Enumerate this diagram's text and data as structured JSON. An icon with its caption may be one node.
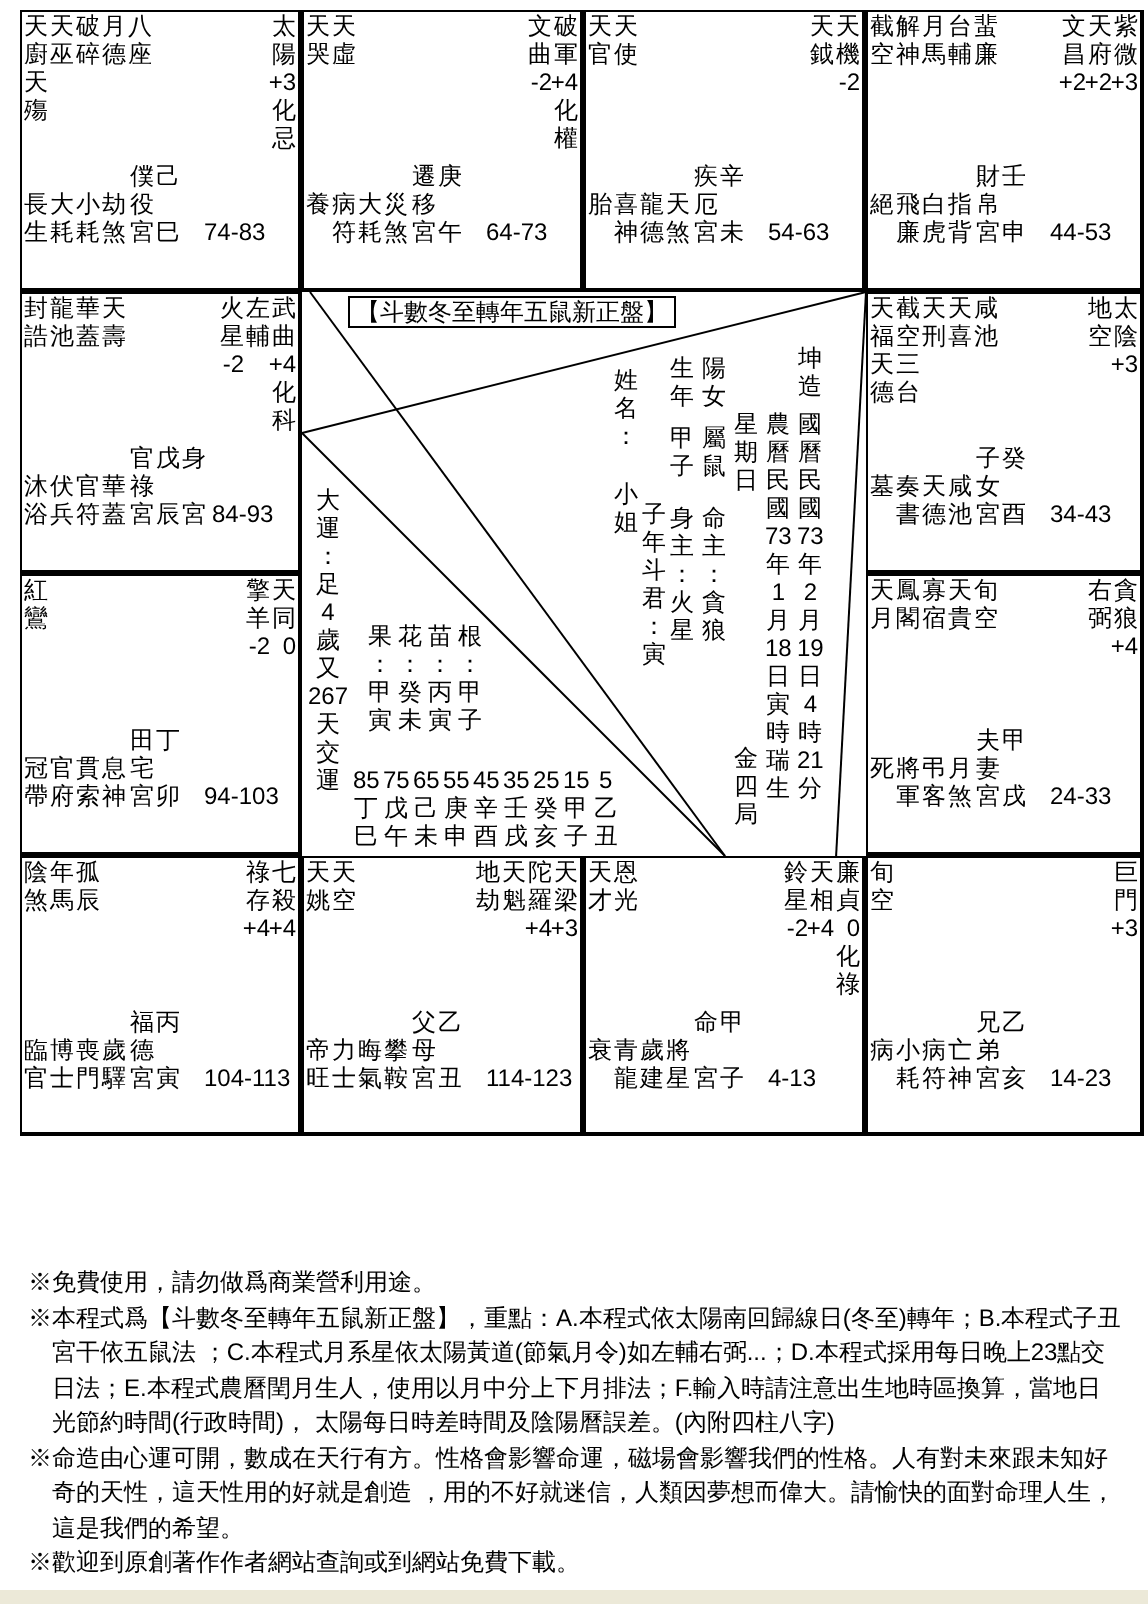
{
  "diagram": {
    "nodes": [
      {
        "text": [
          "天廚",
          "天巫",
          "破碎",
          "月德",
          "八座",
          "天殤",
          "太陽",
          "+3",
          "化忌",
          "長生",
          "大耗",
          "小耗",
          "劫煞",
          "僕役宮",
          "己巳",
          "74-83"
        ]
      },
      {
        "text": [
          "天哭",
          "天虛",
          "文曲",
          "-2",
          "破軍",
          "+4",
          "化權",
          "養",
          "病符",
          "大耗",
          "災煞",
          "遷移宮",
          "庚午",
          "64-73"
        ]
      },
      {
        "text": [
          "天官",
          "天使",
          "天鉞",
          "天機",
          "-2",
          "胎",
          "喜神",
          "龍德",
          "天煞",
          "疾厄宮",
          "辛未",
          "54-63"
        ]
      },
      {
        "text": [
          "截空",
          "解神",
          "月馬",
          "台輔",
          "蜚廉",
          "文昌",
          "+2",
          "天府",
          "+2",
          "紫微",
          "+3",
          "絕",
          "飛廉",
          "白虎",
          "指背",
          "財帛宮",
          "壬申",
          "44-53"
        ]
      },
      {
        "text": [
          "封誥",
          "龍池",
          "華蓋",
          "天壽",
          "火星",
          "-2",
          "左輔",
          "武曲",
          "+4",
          "化科",
          "沐浴",
          "伏兵",
          "官符",
          "華蓋",
          "官祿宮",
          "戊辰",
          "身宮",
          "84-93"
        ]
      },
      {
        "text": [
          "【斗數冬至轉年五鼠新正盤】"
        ]
      },
      {
        "text": [
          "天福",
          "截空",
          "天刑",
          "天喜",
          "咸池",
          "天德",
          "三台",
          "地空",
          "太陰",
          "+3",
          "墓",
          "奏書",
          "天德",
          "咸池",
          "子女宮",
          "癸酉",
          "34-43"
        ]
      },
      {
        "text": [
          "紅鸞",
          "擎羊",
          "-2",
          "天同",
          "0",
          "冠帶",
          "官府",
          "貫索",
          "息神",
          "田宅宮",
          "丁卯",
          "94-103"
        ]
      },
      {
        "text": [
          "天月",
          "鳳閣",
          "寡宿",
          "天貴",
          "旬空",
          "右弼",
          "貪狼",
          "+4",
          "死",
          "將軍",
          "弔客",
          "月煞",
          "夫妻宮",
          "甲戌",
          "24-33"
        ]
      },
      {
        "text": [
          "陰煞",
          "年馬",
          "孤辰",
          "祿存",
          "+4",
          "七殺",
          "+4",
          "臨官",
          "博士",
          "喪門",
          "歲驛",
          "福德宮",
          "丙寅",
          "104-113"
        ]
      },
      {
        "text": [
          "天姚",
          "天空",
          "地劫",
          "天魁",
          "陀羅",
          "+4",
          "天梁",
          "+3",
          "帝旺",
          "力士",
          "晦氣",
          "攀鞍",
          "父母宮",
          "乙丑",
          "114-123"
        ]
      },
      {
        "text": [
          "天才",
          "恩光",
          "鈴星",
          "-2",
          "天相",
          "+4",
          "廉貞",
          "0",
          "化祿",
          "衰",
          "青龍",
          "歲建",
          "將星",
          "命宮",
          "甲子",
          "4-13"
        ]
      },
      {
        "text": [
          "旬空",
          "巨門",
          "+3",
          "病",
          "小耗",
          "病符",
          "亡神",
          "兄弟宮",
          "乙亥",
          "14-23"
        ]
      }
    ],
    "edges": [
      {
        "from": 4,
        "to": 3,
        "arrow": "none"
      },
      {
        "from": 11,
        "to": 4,
        "arrow": "none"
      },
      {
        "from": 11,
        "to": 1,
        "arrow": "none"
      },
      {
        "from": 11,
        "to": 3,
        "arrow": "none"
      }
    ],
    "labels": [
      "大運：足4歲又267天交運",
      "果：甲寅",
      "花：癸未",
      "苗：丙寅",
      "根：甲子",
      "姓名：",
      "小姐",
      "子年斗君：寅",
      "生年",
      "甲子",
      "身主：火星",
      "陽女",
      "屬鼠",
      "命主：貪狼",
      "星期日",
      "金四局",
      "農曆民國73年1月18日寅時瑞生",
      "坤造",
      "國曆民國73年2月19日4時21分",
      "85",
      "75",
      "65",
      "55",
      "45",
      "35",
      "25",
      "15",
      "5",
      "丁",
      "戊",
      "己",
      "庚",
      "辛",
      "壬",
      "癸",
      "甲",
      "乙",
      "巳",
      "午",
      "未",
      "申",
      "酉",
      "戌",
      "亥",
      "子",
      "丑",
      "※免費使用，請勿做爲商業營利用途。",
      "※本程式爲【斗數冬至轉年五鼠新正盤】，重點：A.本程式依太陽南回歸線日(冬至)轉年；B.本程式子丑宮干依五鼠法 ；C.本程式月系星依太陽黃道(節氣月令)如左輔右弼...；D.本程式採用每日晚上23點交日法；E.本程式農曆閏月生人，使用以月中分上下月排法；F.輸入時請注意出生地時區換算，當地日光節約時間(行政時間)， 太陽每日時差時間及陰陽曆誤差。(內附四柱八字)",
      "※命造由心運可開，數成在天行有方。性格會影響命運，磁場會影響我們的性格。人有對未來跟未知好奇的天性，這天性用的好就是創造 ，用的不好就迷信，人類因夢想而偉大。請愉快的面對命理人生，這是我們的希望。",
      "※歡迎到原創著作作者網站查詢或到網站免費下載。"
    ]
  }
}
